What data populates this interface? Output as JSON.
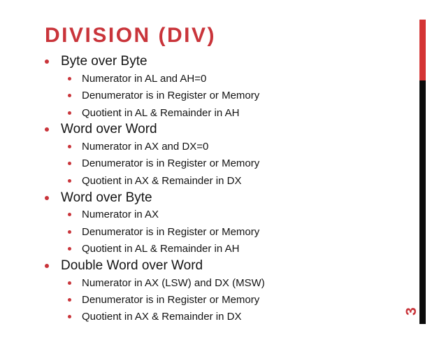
{
  "slide": {
    "title": "DIVISION (DIV)",
    "page_number": "3",
    "colors": {
      "accent_red": "#C9343A",
      "bar_red": "#D43434",
      "bar_black": "#0B0B0B",
      "text": "#141414"
    },
    "bullets": [
      {
        "level": 1,
        "text": "Byte over Byte"
      },
      {
        "level": 2,
        "text": "Numerator in AL and AH=0"
      },
      {
        "level": 2,
        "text": "Denumerator is in Register or Memory"
      },
      {
        "level": 2,
        "text": "Quotient in AL & Remainder in AH"
      },
      {
        "level": 1,
        "text": "Word over Word"
      },
      {
        "level": 2,
        "text": "Numerator in AX and DX=0"
      },
      {
        "level": 2,
        "text": "Denumerator is in Register or Memory"
      },
      {
        "level": 2,
        "text": "Quotient in AX & Remainder in DX"
      },
      {
        "level": 1,
        "text": "Word over Byte"
      },
      {
        "level": 2,
        "text": "Numerator in AX"
      },
      {
        "level": 2,
        "text": "Denumerator is in Register or Memory"
      },
      {
        "level": 2,
        "text": "Quotient in AL & Remainder in AH"
      },
      {
        "level": 1,
        "text": "Double Word over Word"
      },
      {
        "level": 2,
        "text": "Numerator in AX (LSW) and DX (MSW)"
      },
      {
        "level": 2,
        "text": "Denumerator is in Register or Memory"
      },
      {
        "level": 2,
        "text": "Quotient in AX & Remainder in DX"
      }
    ]
  }
}
